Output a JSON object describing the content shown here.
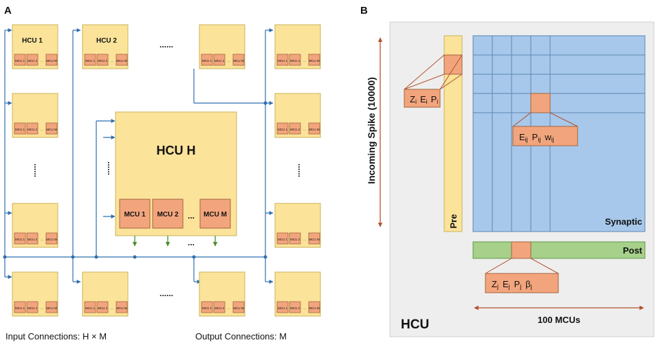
{
  "panel_a": {
    "label": "A",
    "hcu1": "HCU 1",
    "hcu2": "HCU 2",
    "hcuH": "HCU H",
    "ellipsis": "......",
    "vdots": "......",
    "bottom_dots": "...",
    "mcu_small": [
      "MCU 1",
      "MCU 2",
      "...",
      "MCU M"
    ],
    "mcu_big": [
      "MCU 1",
      "MCU 2",
      "...",
      "MCU M"
    ],
    "input_connections": "Input Connections: H × M",
    "output_connections": "Output Connections: M"
  },
  "panel_b": {
    "label": "B",
    "incoming": "Incoming Spike (10000)",
    "pre": "Pre",
    "synaptic": "Synaptic",
    "post": "Post",
    "hcu": "HCU",
    "mcus": "100 MCUs",
    "pre_vars": [
      "Z",
      "E",
      "P"
    ],
    "pre_sub": "i",
    "syn_vars": [
      "E",
      "P",
      "w"
    ],
    "syn_sub": "ij",
    "post_vars": [
      "Z",
      "E",
      "P",
      "β"
    ],
    "post_sub": "j"
  },
  "colors": {
    "hcu_fill": "#fbe39a",
    "hcu_border": "#c8b35a",
    "mcu_fill": "#f2a57d",
    "mcu_border": "#a4623a",
    "wire": "#2f6fae",
    "output_arrow": "#4c8c2a",
    "synaptic_fill": "#a7c8ea",
    "post_fill": "#a7d08a",
    "panel_bg": "#eeeeee",
    "arrow_red": "#b5502c"
  }
}
